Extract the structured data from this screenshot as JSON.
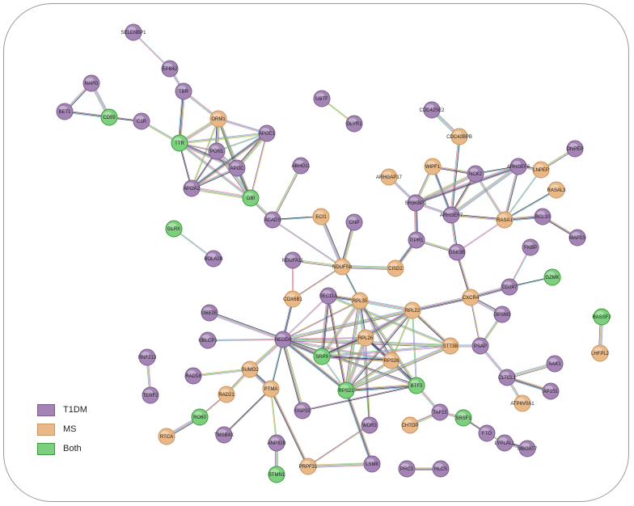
{
  "legend": [
    {
      "key": "T1DM",
      "label": "T1DM"
    },
    {
      "key": "MS",
      "label": "MS"
    },
    {
      "key": "Both",
      "label": "Both"
    }
  ],
  "colors": {
    "T1DM": {
      "fill": "#a384b4",
      "stroke": "#7a5f8c"
    },
    "MS": {
      "fill": "#e9b887",
      "stroke": "#c9945d"
    },
    "Both": {
      "fill": "#7ccf7c",
      "stroke": "#3b9a3b"
    },
    "edge_palette": [
      "#5aa8c8",
      "#7a4e9a",
      "#6dbf6d",
      "#e27a8a",
      "#222222",
      "#c4b25a",
      "#9a9ae0"
    ]
  },
  "nodes": [
    {
      "id": "SELENBP1",
      "group": "T1DM"
    },
    {
      "id": "EPB42",
      "group": "T1DM"
    },
    {
      "id": "NAPG",
      "group": "T1DM"
    },
    {
      "id": "BET1",
      "group": "T1DM"
    },
    {
      "id": "CD59",
      "group": "Both"
    },
    {
      "id": "C1R",
      "group": "T1DM"
    },
    {
      "id": "TBR",
      "group": "T1DM"
    },
    {
      "id": "ORM1",
      "group": "MS"
    },
    {
      "id": "APOC1",
      "group": "T1DM"
    },
    {
      "id": "TTR",
      "group": "Both"
    },
    {
      "id": "PON1",
      "group": "T1DM"
    },
    {
      "id": "APOC",
      "group": "T1DM"
    },
    {
      "id": "APOA2",
      "group": "T1DM"
    },
    {
      "id": "DBI",
      "group": "Both"
    },
    {
      "id": "UBTF",
      "group": "T1DM"
    },
    {
      "id": "GLYR1",
      "group": "T1DM"
    },
    {
      "id": "CDC42SE2",
      "group": "T1DM"
    },
    {
      "id": "CDC42BPB",
      "group": "MS"
    },
    {
      "id": "ABHD11",
      "group": "T1DM"
    },
    {
      "id": "ACADS",
      "group": "T1DM"
    },
    {
      "id": "ECI1",
      "group": "MS"
    },
    {
      "id": "CNP",
      "group": "T1DM"
    },
    {
      "id": "ARHGAP17",
      "group": "MS"
    },
    {
      "id": "WIPF1",
      "group": "MS"
    },
    {
      "id": "NCK2",
      "group": "T1DM"
    },
    {
      "id": "ARHGEF6",
      "group": "T1DM"
    },
    {
      "id": "LNPEP",
      "group": "MS"
    },
    {
      "id": "DNPEP",
      "group": "T1DM"
    },
    {
      "id": "SH3KBP1",
      "group": "T1DM"
    },
    {
      "id": "ARHGEF7",
      "group": "T1DM"
    },
    {
      "id": "RASA1",
      "group": "MS"
    },
    {
      "id": "RASAL3",
      "group": "MS"
    },
    {
      "id": "BCL10",
      "group": "T1DM"
    },
    {
      "id": "MAP1S",
      "group": "T1DM"
    },
    {
      "id": "GLRX",
      "group": "Both"
    },
    {
      "id": "BOLA2B",
      "group": "T1DM"
    },
    {
      "id": "ITPR1",
      "group": "T1DM"
    },
    {
      "id": "GSK3B",
      "group": "T1DM"
    },
    {
      "id": "NDUFA11",
      "group": "T1DM"
    },
    {
      "id": "NDUFS8",
      "group": "MS"
    },
    {
      "id": "CISD2",
      "group": "MS"
    },
    {
      "id": "FKBP",
      "group": "T1DM"
    },
    {
      "id": "CD247",
      "group": "T1DM"
    },
    {
      "id": "GZMK",
      "group": "Both"
    },
    {
      "id": "COX6B1",
      "group": "MS"
    },
    {
      "id": "SEC11A",
      "group": "T1DM"
    },
    {
      "id": "RPL35",
      "group": "MS"
    },
    {
      "id": "RPL22",
      "group": "MS"
    },
    {
      "id": "CXCR4",
      "group": "MS"
    },
    {
      "id": "GPSM3",
      "group": "T1DM"
    },
    {
      "id": "RASSF2",
      "group": "Both"
    },
    {
      "id": "UBE2E",
      "group": "T1DM"
    },
    {
      "id": "UBLCP1",
      "group": "T1DM"
    },
    {
      "id": "NEDD8",
      "group": "T1DM"
    },
    {
      "id": "RPL26",
      "group": "MS"
    },
    {
      "id": "STT3B",
      "group": "MS"
    },
    {
      "id": "PSAP",
      "group": "T1DM"
    },
    {
      "id": "LHFPL2",
      "group": "MS"
    },
    {
      "id": "RNF213",
      "group": "T1DM"
    },
    {
      "id": "SRP9",
      "group": "Both"
    },
    {
      "id": "RPS26",
      "group": "MS"
    },
    {
      "id": "AAK1",
      "group": "T1DM"
    },
    {
      "id": "RAD18",
      "group": "T1DM"
    },
    {
      "id": "SUMO2",
      "group": "MS"
    },
    {
      "id": "PTMA",
      "group": "MS"
    },
    {
      "id": "CLTCL1",
      "group": "T1DM"
    },
    {
      "id": "TERF2",
      "group": "T1DM"
    },
    {
      "id": "RAD21",
      "group": "MS"
    },
    {
      "id": "RPS21",
      "group": "Both"
    },
    {
      "id": "BTF3",
      "group": "Both"
    },
    {
      "id": "AP1S1",
      "group": "T1DM"
    },
    {
      "id": "ATP6V0A1",
      "group": "MS"
    },
    {
      "id": "RO60",
      "group": "Both"
    },
    {
      "id": "USP15",
      "group": "T1DM"
    },
    {
      "id": "TAF15",
      "group": "T1DM"
    },
    {
      "id": "SRSF1",
      "group": "Both"
    },
    {
      "id": "RTCA",
      "group": "MS"
    },
    {
      "id": "TMSB4X",
      "group": "T1DM"
    },
    {
      "id": "WDR3",
      "group": "T1DM"
    },
    {
      "id": "CHTOP",
      "group": "MS"
    },
    {
      "id": "FTO",
      "group": "T1DM"
    },
    {
      "id": "LYPLAL1",
      "group": "T1DM"
    },
    {
      "id": "MBOAT7",
      "group": "T1DM"
    },
    {
      "id": "ANP32B",
      "group": "T1DM"
    },
    {
      "id": "LSM8",
      "group": "T1DM"
    },
    {
      "id": "PRPF31",
      "group": "MS"
    },
    {
      "id": "STMN1",
      "group": "Both"
    },
    {
      "id": "PRC3",
      "group": "T1DM"
    },
    {
      "id": "HLCS",
      "group": "T1DM"
    }
  ],
  "edges": [
    [
      "SELENBP1",
      "EPB42"
    ],
    [
      "EPB42",
      "TBR"
    ],
    [
      "TBR",
      "ORM1"
    ],
    [
      "TBR",
      "TTR"
    ],
    [
      "NAPG",
      "BET1"
    ],
    [
      "NAPG",
      "CD59"
    ],
    [
      "BET1",
      "CD59"
    ],
    [
      "CD59",
      "C1R"
    ],
    [
      "C1R",
      "TTR"
    ],
    [
      "ORM1",
      "TTR"
    ],
    [
      "ORM1",
      "APOC1"
    ],
    [
      "ORM1",
      "PON1"
    ],
    [
      "ORM1",
      "APOC"
    ],
    [
      "ORM1",
      "DBI"
    ],
    [
      "ORM1",
      "APOA2"
    ],
    [
      "TTR",
      "APOC1"
    ],
    [
      "TTR",
      "PON1"
    ],
    [
      "TTR",
      "APOC"
    ],
    [
      "TTR",
      "APOA2"
    ],
    [
      "TTR",
      "DBI"
    ],
    [
      "APOC1",
      "PON1"
    ],
    [
      "APOC1",
      "APOC"
    ],
    [
      "APOC1",
      "APOA2"
    ],
    [
      "APOC1",
      "DBI"
    ],
    [
      "PON1",
      "APOC"
    ],
    [
      "PON1",
      "APOA2"
    ],
    [
      "PON1",
      "DBI"
    ],
    [
      "APOC",
      "APOA2"
    ],
    [
      "APOC",
      "DBI"
    ],
    [
      "APOA2",
      "DBI"
    ],
    [
      "DBI",
      "ACADS"
    ],
    [
      "ACADS",
      "ABHD11"
    ],
    [
      "ACADS",
      "ECI1"
    ],
    [
      "ACADS",
      "NDUFS8"
    ],
    [
      "ECI1",
      "NDUFS8"
    ],
    [
      "UBTF",
      "GLYR1"
    ],
    [
      "CDC42SE2",
      "CDC42BPB"
    ],
    [
      "CDC42BPB",
      "ARHGEF7"
    ],
    [
      "WIPF1",
      "SH3KBP1"
    ],
    [
      "WIPF1",
      "NCK2"
    ],
    [
      "WIPF1",
      "ARHGEF7"
    ],
    [
      "NCK2",
      "ARHGEF6"
    ],
    [
      "NCK2",
      "ARHGEF7"
    ],
    [
      "NCK2",
      "RASA1"
    ],
    [
      "NCK2",
      "SH3KBP1"
    ],
    [
      "ARHGEF6",
      "ARHGEF7"
    ],
    [
      "ARHGEF6",
      "RASA1"
    ],
    [
      "ARHGEF6",
      "SH3KBP1"
    ],
    [
      "ARHGEF6",
      "LNPEP"
    ],
    [
      "LNPEP",
      "DNPEP"
    ],
    [
      "LNPEP",
      "RASA1"
    ],
    [
      "RASA1",
      "RASAL3"
    ],
    [
      "RASA1",
      "BCL10"
    ],
    [
      "RASA1",
      "ARHGEF7"
    ],
    [
      "RASA1",
      "GSK3B"
    ],
    [
      "BCL10",
      "MAP1S"
    ],
    [
      "ARHGAP17",
      "SH3KBP1"
    ],
    [
      "SH3KBP1",
      "ARHGEF7"
    ],
    [
      "SH3KBP1",
      "ITPR1"
    ],
    [
      "ARHGEF7",
      "GSK3B"
    ],
    [
      "ITPR1",
      "GSK3B"
    ],
    [
      "ITPR1",
      "CISD2"
    ],
    [
      "GSK3B",
      "CXCR4"
    ],
    [
      "GLRX",
      "BOLA2B"
    ],
    [
      "CNP",
      "NDUFS8"
    ],
    [
      "NDUFA11",
      "NDUFS8"
    ],
    [
      "NDUFA11",
      "COX6B1"
    ],
    [
      "NDUFS8",
      "COX6B1"
    ],
    [
      "NDUFS8",
      "CISD2"
    ],
    [
      "NDUFS8",
      "RPL35"
    ],
    [
      "FKBP",
      "CD247"
    ],
    [
      "CD247",
      "CXCR4"
    ],
    [
      "CD247",
      "GZMK"
    ],
    [
      "CXCR4",
      "GPSM3"
    ],
    [
      "CXCR4",
      "RPL22"
    ],
    [
      "CXCR4",
      "PSAP"
    ],
    [
      "RASSF2",
      "LHFPL2"
    ],
    [
      "COX6B1",
      "NEDD8"
    ],
    [
      "UBE2E",
      "NEDD8"
    ],
    [
      "UBLCP1",
      "NEDD8"
    ],
    [
      "NEDD8",
      "RPL35"
    ],
    [
      "NEDD8",
      "RPL22"
    ],
    [
      "NEDD8",
      "RPL26"
    ],
    [
      "NEDD8",
      "RPS26"
    ],
    [
      "NEDD8",
      "RPS21"
    ],
    [
      "NEDD8",
      "SRP9"
    ],
    [
      "NEDD8",
      "BTF3"
    ],
    [
      "NEDD8",
      "SUMO2"
    ],
    [
      "NEDD8",
      "PTMA"
    ],
    [
      "NEDD8",
      "USP15"
    ],
    [
      "NEDD8",
      "STT3B"
    ],
    [
      "NEDD8",
      "SEC11A"
    ],
    [
      "SEC11A",
      "RPL35"
    ],
    [
      "SEC11A",
      "RPS21"
    ],
    [
      "SEC11A",
      "SRP9"
    ],
    [
      "SEC11A",
      "STT3B"
    ],
    [
      "RPL35",
      "RPL22"
    ],
    [
      "RPL35",
      "RPL26"
    ],
    [
      "RPL35",
      "RPS26"
    ],
    [
      "RPL35",
      "RPS21"
    ],
    [
      "RPL35",
      "BTF3"
    ],
    [
      "RPL35",
      "SRP9"
    ],
    [
      "RPL35",
      "WDR3"
    ],
    [
      "RPL22",
      "RPL26"
    ],
    [
      "RPL22",
      "RPS26"
    ],
    [
      "RPL22",
      "RPS21"
    ],
    [
      "RPL22",
      "BTF3"
    ],
    [
      "RPL22",
      "SRP9"
    ],
    [
      "RPL22",
      "STT3B"
    ],
    [
      "RPL26",
      "RPS26"
    ],
    [
      "RPL26",
      "RPS21"
    ],
    [
      "RPL26",
      "BTF3"
    ],
    [
      "RPL26",
      "SRP9"
    ],
    [
      "RPL26",
      "WDR3"
    ],
    [
      "RPS26",
      "RPS21"
    ],
    [
      "RPS26",
      "BTF3"
    ],
    [
      "RPS26",
      "SRP9"
    ],
    [
      "RPS21",
      "BTF3"
    ],
    [
      "RPS21",
      "SRP9"
    ],
    [
      "RPS21",
      "STT3B"
    ],
    [
      "RPS21",
      "LSM8"
    ],
    [
      "STT3B",
      "PSAP"
    ],
    [
      "STT3B",
      "SRP9"
    ],
    [
      "PSAP",
      "GPSM3"
    ],
    [
      "PSAP",
      "CLTCL1"
    ],
    [
      "CLTCL1",
      "AAK1"
    ],
    [
      "CLTCL1",
      "AP1S1"
    ],
    [
      "CLTCL1",
      "ATP6V0A1"
    ],
    [
      "RNF213",
      "TERF2"
    ],
    [
      "SUMO2",
      "RAD18"
    ],
    [
      "SUMO2",
      "RAD21"
    ],
    [
      "SUMO2",
      "PTMA"
    ],
    [
      "RAD21",
      "RO60"
    ],
    [
      "RO60",
      "RTCA"
    ],
    [
      "PTMA",
      "TMSB4X"
    ],
    [
      "PTMA",
      "ANP32B"
    ],
    [
      "PTMA",
      "PRPF31"
    ],
    [
      "ANP32B",
      "STMN1"
    ],
    [
      "USP15",
      "BTF3"
    ],
    [
      "BTF3",
      "TAF15"
    ],
    [
      "TAF15",
      "SRSF1"
    ],
    [
      "TAF15",
      "CHTOP"
    ],
    [
      "SRSF1",
      "FTO"
    ],
    [
      "FTO",
      "LYPLAL1"
    ],
    [
      "LYPLAL1",
      "MBOAT7"
    ],
    [
      "LSM8",
      "PRPF31"
    ],
    [
      "WDR3",
      "PRPF31"
    ],
    [
      "PRC3",
      "HLCS"
    ]
  ]
}
